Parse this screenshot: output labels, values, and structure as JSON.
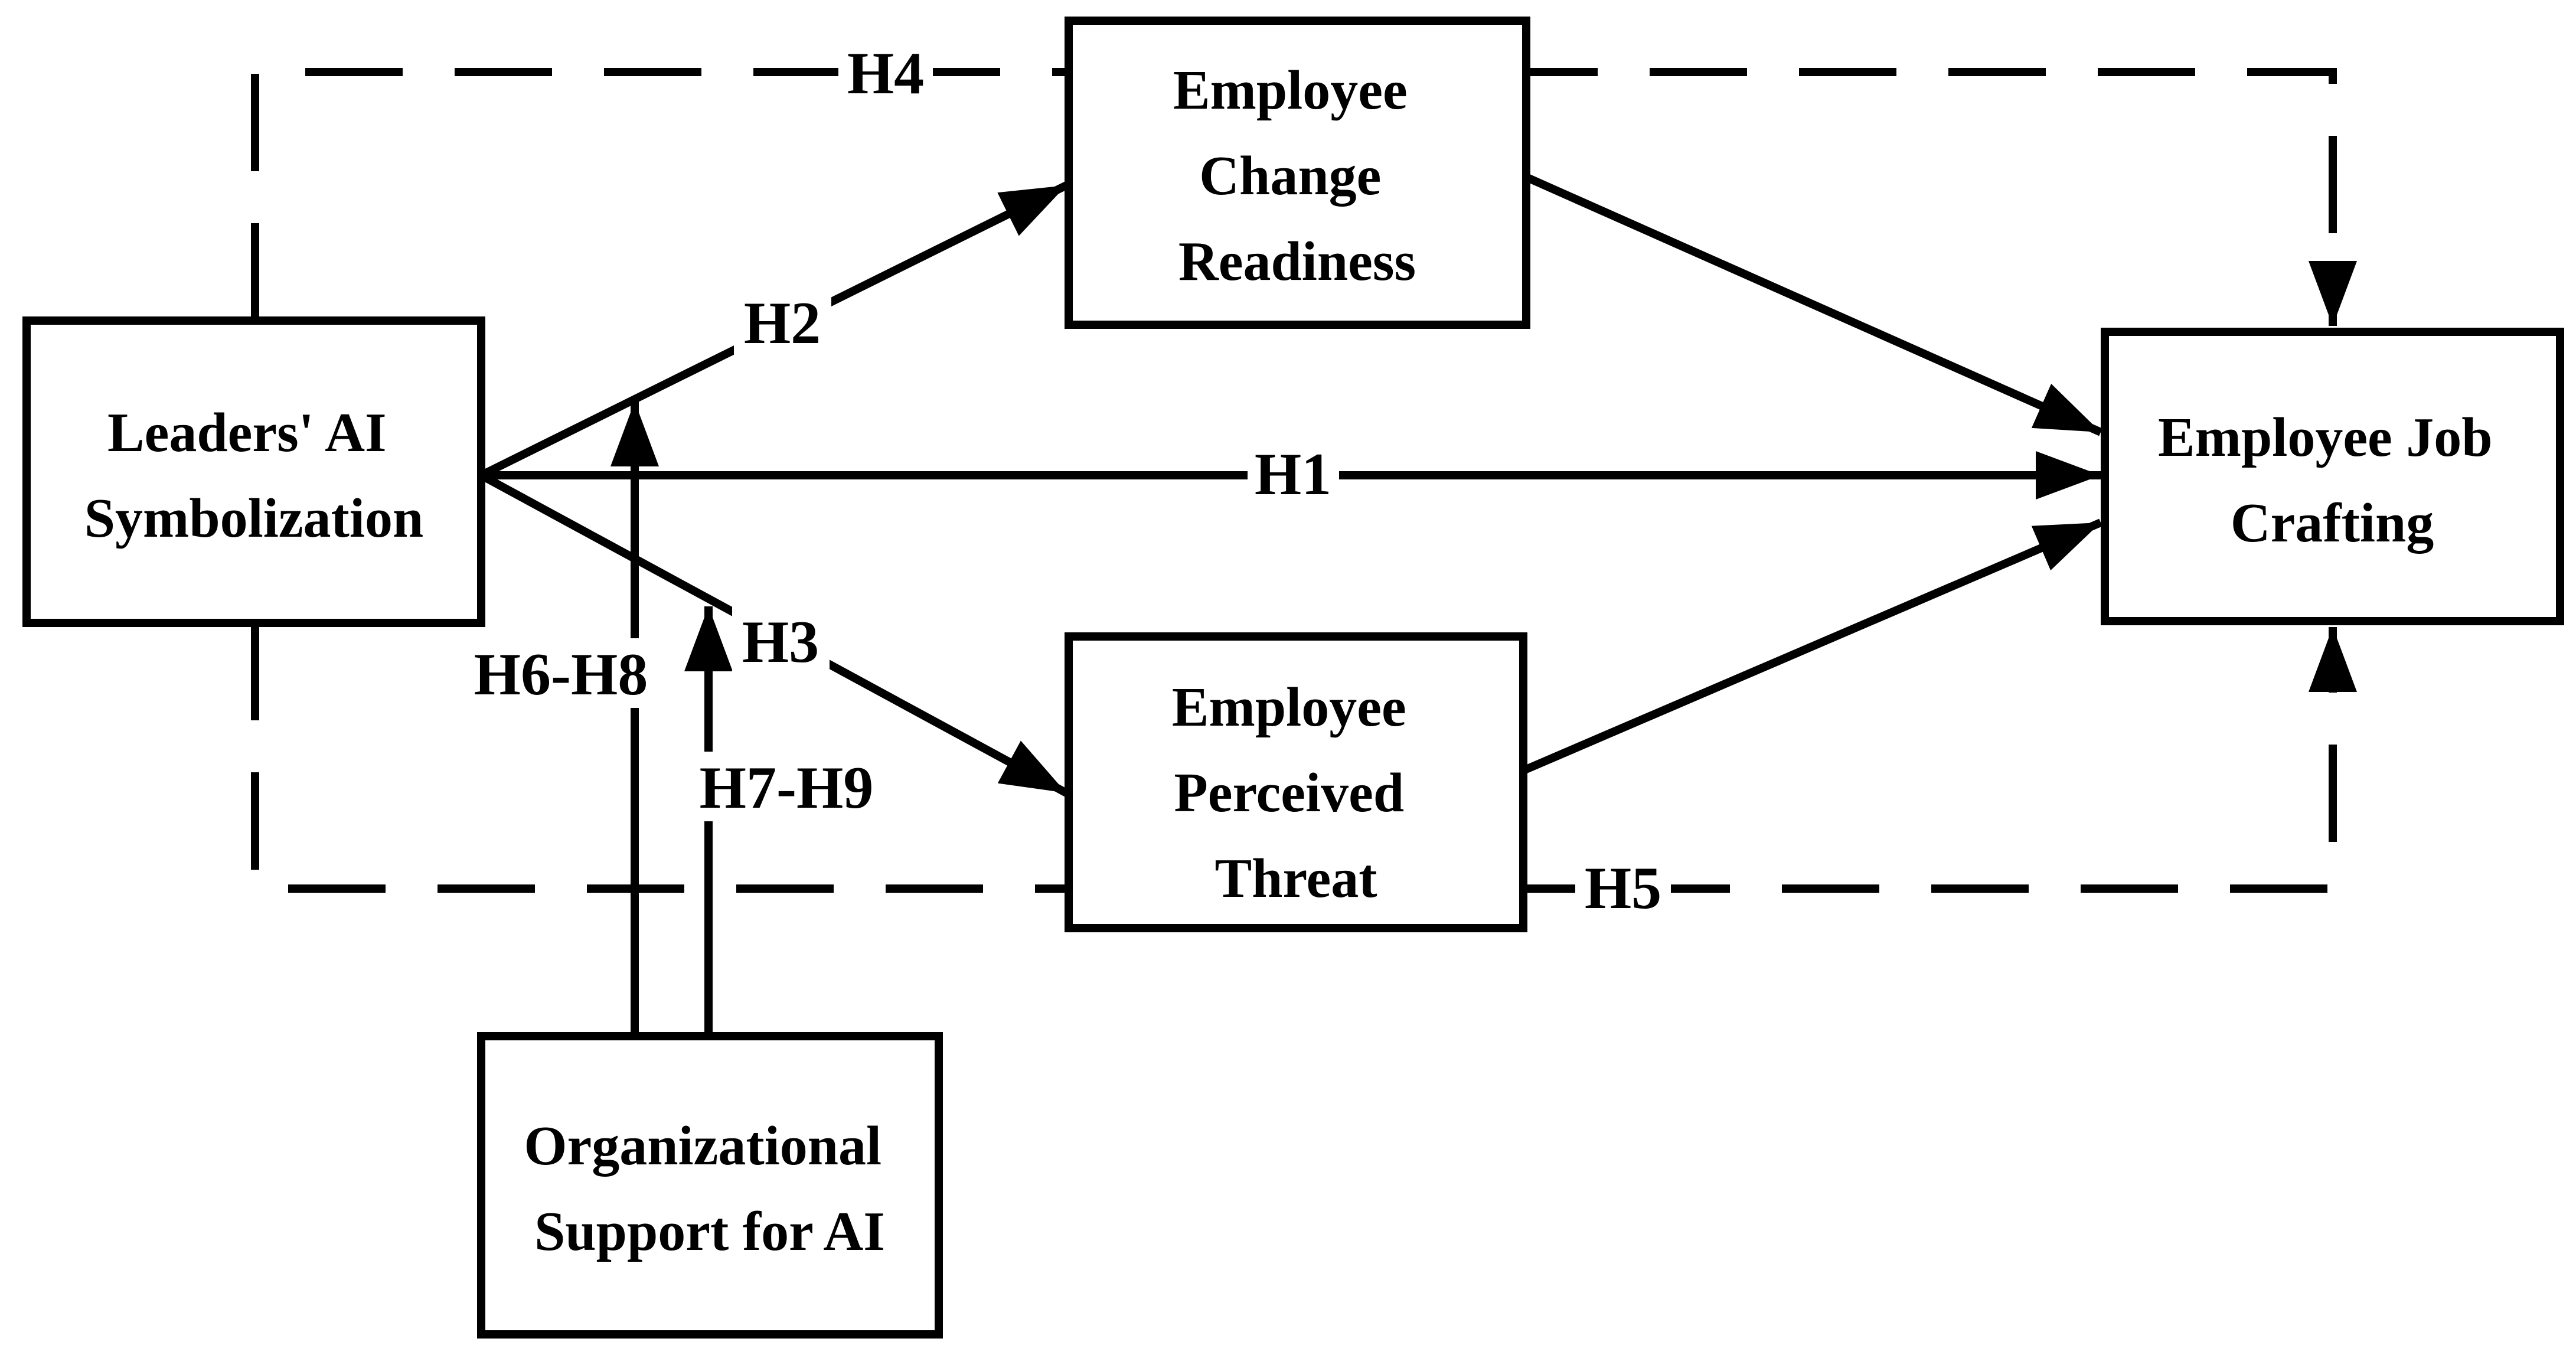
{
  "diagram": {
    "kind": "hypothesized research model",
    "background_color": "#ffffff",
    "ink_color": "#000000",
    "nodes": [
      {
        "id": "leaders-ai-symbolization",
        "lines": [
          "Leaders' AI",
          "Symbolization"
        ]
      },
      {
        "id": "employee-change-readiness",
        "lines": [
          "Employee",
          "Change",
          "Readiness"
        ]
      },
      {
        "id": "employee-perceived-threat",
        "lines": [
          "Employee",
          "Perceived",
          "Threat"
        ]
      },
      {
        "id": "employee-job-crafting",
        "lines": [
          "Employee Job",
          "Crafting"
        ]
      },
      {
        "id": "organizational-support-for-ai",
        "lines": [
          "Organizational",
          "Support for AI"
        ]
      }
    ],
    "edges": [
      {
        "id": "h1",
        "label": "H1",
        "from": "leaders-ai-symbolization",
        "to": "employee-job-crafting",
        "style": "solid"
      },
      {
        "id": "h2",
        "label": "H2",
        "from": "leaders-ai-symbolization",
        "to": "employee-change-readiness",
        "style": "solid"
      },
      {
        "id": "h3",
        "label": "H3",
        "from": "leaders-ai-symbolization",
        "to": "employee-perceived-threat",
        "style": "solid"
      },
      {
        "id": "readiness-to-crafting",
        "label": "",
        "from": "employee-change-readiness",
        "to": "employee-job-crafting",
        "style": "solid"
      },
      {
        "id": "threat-to-crafting",
        "label": "",
        "from": "employee-perceived-threat",
        "to": "employee-job-crafting",
        "style": "solid"
      },
      {
        "id": "h4",
        "label": "H4",
        "from": "leaders-ai-symbolization",
        "to": "employee-job-crafting",
        "style": "dashed",
        "route": "top"
      },
      {
        "id": "h5",
        "label": "H5",
        "from": "leaders-ai-symbolization",
        "to": "employee-job-crafting",
        "style": "dashed",
        "route": "bottom"
      },
      {
        "id": "h6-h8",
        "label": "H6-H8",
        "from": "organizational-support-for-ai",
        "to": "path-h2",
        "style": "solid"
      },
      {
        "id": "h7-h9",
        "label": "H7-H9",
        "from": "organizational-support-for-ai",
        "to": "path-h3",
        "style": "solid"
      }
    ]
  }
}
